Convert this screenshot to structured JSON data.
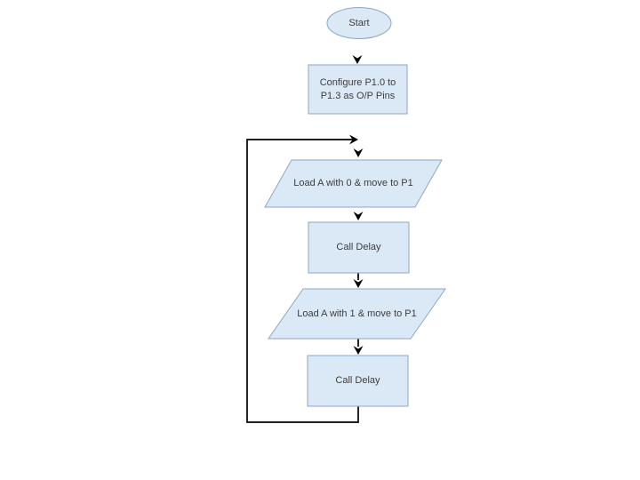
{
  "canvas": {
    "background": "#ffffff"
  },
  "flowchart": {
    "nodes": [
      {
        "id": "start",
        "shape": "ellipse",
        "label": "Start"
      },
      {
        "id": "configure-pins",
        "shape": "rectangle",
        "label": "Configure P1.0 to P1.3 as O/P Pins"
      },
      {
        "id": "load-a-0",
        "shape": "parallelogram",
        "label": "Load A with 0 & move to P1"
      },
      {
        "id": "call-delay-1",
        "shape": "rectangle",
        "label": "Call Delay"
      },
      {
        "id": "load-a-1",
        "shape": "parallelogram",
        "label": "Load A with 1 & move to P1"
      },
      {
        "id": "call-delay-2",
        "shape": "rectangle",
        "label": "Call Delay"
      }
    ],
    "edges": [
      {
        "from": "start",
        "to": "configure-pins",
        "type": "arrow-down"
      },
      {
        "from": "configure-pins",
        "to": "load-a-0",
        "type": "arrow-down"
      },
      {
        "from": "load-a-0",
        "to": "call-delay-1",
        "type": "arrow-down"
      },
      {
        "from": "call-delay-1",
        "to": "load-a-1",
        "type": "arrow-down"
      },
      {
        "from": "load-a-1",
        "to": "call-delay-2",
        "type": "arrow-down"
      },
      {
        "from": "call-delay-2",
        "to": "load-a-0",
        "type": "loop-back-left"
      }
    ],
    "colors": {
      "shape_fill": "#dbe9f7",
      "shape_stroke": "#8ba7c2",
      "connector": "#000000",
      "text": "#3d3d3d"
    }
  }
}
